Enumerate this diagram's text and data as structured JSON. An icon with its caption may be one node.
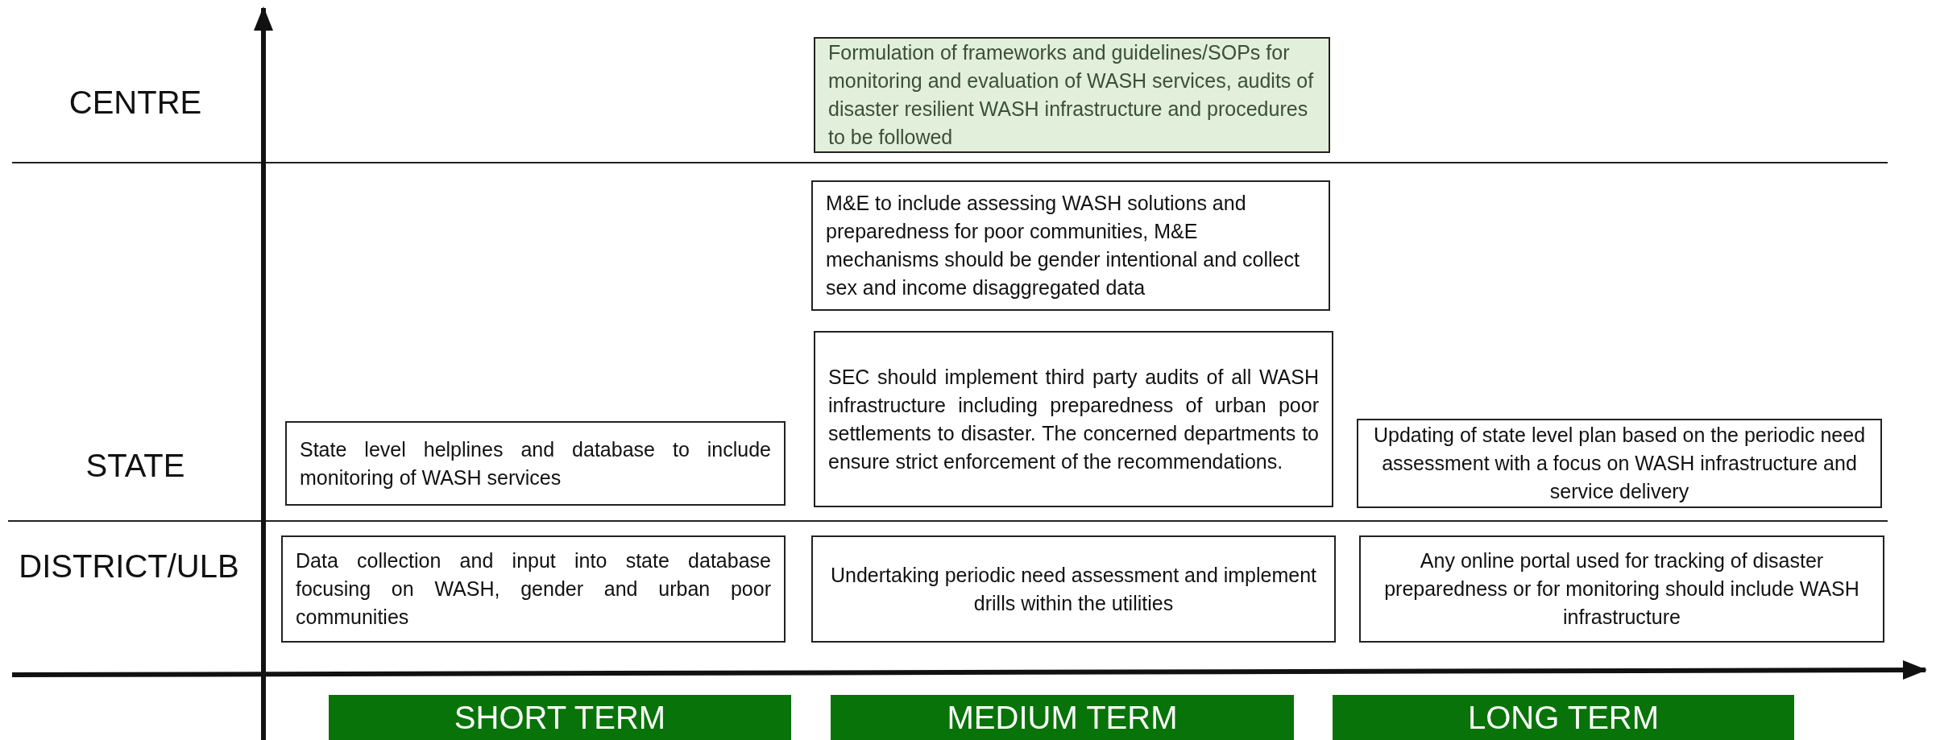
{
  "diagram": {
    "nodes": [
      {
        "text": [
          "Formulation of frameworks and guidelines/SOPs for monitoring and evaluation of WASH services, audits of disaster resilient WASH infrastructure and procedures to be followed"
        ]
      },
      {
        "text": [
          "M&E to include assessing WASH solutions and preparedness for poor communities, M&E mechanisms should be gender intentional and collect sex and income disaggregated data"
        ]
      },
      {
        "text": [
          "SEC should implement third party audits of all WASH infrastructure including preparedness of urban poor settlements to disaster. The concerned departments to ensure strict enforcement of the recommendations."
        ]
      },
      {
        "text": [
          "State level helplines and database to include monitoring of WASH services"
        ]
      },
      {
        "text": [
          "Updating of state level plan based on the periodic need assessment with a focus on WASH infrastructure and service delivery"
        ]
      },
      {
        "text": [
          "Data collection and input into state database focusing on WASH, gender and urban poor communities"
        ]
      },
      {
        "text": [
          "Undertaking periodic need assessment and implement drills within the utilities"
        ]
      },
      {
        "text": [
          "Any online portal used for tracking of disaster preparedness or for monitoring should include WASH infrastructure"
        ]
      },
      {
        "text": [
          "SHORT TERM"
        ]
      },
      {
        "text": [
          "MEDIUM TERM"
        ]
      },
      {
        "text": [
          "LONG TERM"
        ]
      }
    ],
    "edges": [],
    "labels": [
      "CENTRE",
      "STATE",
      "DISTRICT/ULB"
    ]
  }
}
